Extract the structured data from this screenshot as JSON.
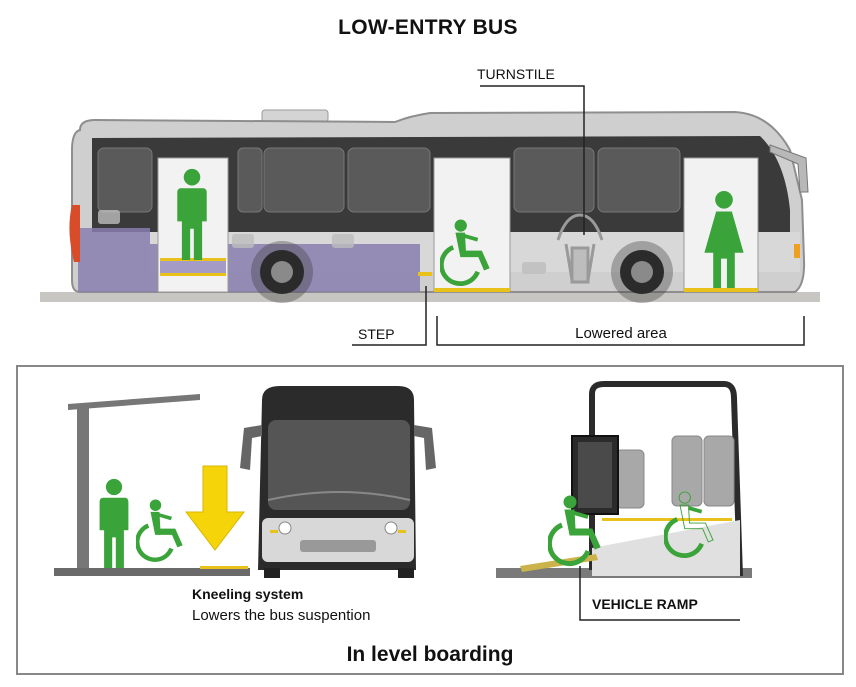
{
  "title": "LOW-ENTRY BUS",
  "labels": {
    "turnstile": "TURNSTILE",
    "step": "STEP",
    "lowered_area": "Lowered area",
    "kneeling_title": "Kneeling system",
    "kneeling_desc": "Lowers the bus suspention",
    "vehicle_ramp": "VEHICLE RAMP",
    "in_level_boarding": "In level boarding"
  },
  "colors": {
    "figure_green": "#3aa33a",
    "arrow_yellow": "#f5d50a",
    "floor_purple": "#8a7fb0",
    "bus_body": "#c9c9c9",
    "bus_dark": "#2b2b2b",
    "ground": "#c8c6c2",
    "accent_yellow": "#e8c21a"
  },
  "icons": [
    "standing-person-icon",
    "wheelchair-user-icon",
    "woman-icon",
    "down-arrow-icon",
    "bus-front-icon"
  ]
}
